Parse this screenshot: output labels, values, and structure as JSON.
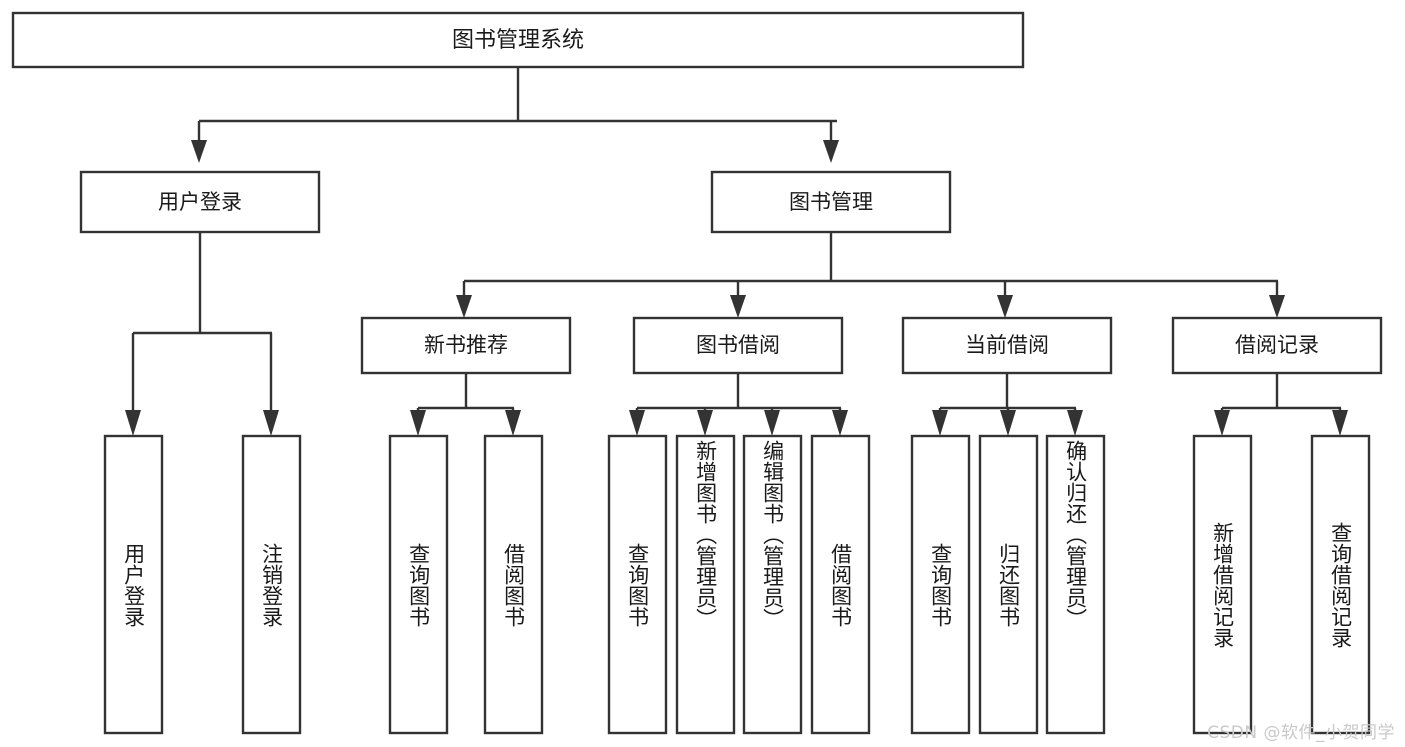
{
  "diagram": {
    "type": "tree",
    "title": "图书管理系统",
    "root": {
      "id": "root",
      "label": "图书管理系统",
      "orientation": "horizontal"
    },
    "level2": [
      {
        "id": "user-login",
        "label": "用户登录"
      },
      {
        "id": "book-manage",
        "label": "图书管理"
      }
    ],
    "level3": [
      {
        "id": "new-book-recommend",
        "label": "新书推荐",
        "parent": "book-manage"
      },
      {
        "id": "book-borrow",
        "label": "图书借阅",
        "parent": "book-manage"
      },
      {
        "id": "current-borrow",
        "label": "当前借阅",
        "parent": "book-manage"
      },
      {
        "id": "borrow-record",
        "label": "借阅记录",
        "parent": "book-manage"
      }
    ],
    "leaves": [
      {
        "id": "leaf-user-login",
        "label": "用户登录",
        "parent": "user-login"
      },
      {
        "id": "leaf-user-logout",
        "label": "注销登录",
        "parent": "user-login"
      },
      {
        "id": "leaf-query-book-1",
        "label": "查询图书",
        "parent": "new-book-recommend"
      },
      {
        "id": "leaf-borrow-book-1",
        "label": "借阅图书",
        "parent": "new-book-recommend"
      },
      {
        "id": "leaf-query-book-2",
        "label": "查询图书",
        "parent": "book-borrow"
      },
      {
        "id": "leaf-add-book",
        "label": "新增图书（管理员）",
        "parent": "book-borrow"
      },
      {
        "id": "leaf-edit-book",
        "label": "编辑图书（管理员）",
        "parent": "book-borrow"
      },
      {
        "id": "leaf-borrow-book-2",
        "label": "借阅图书",
        "parent": "book-borrow"
      },
      {
        "id": "leaf-query-book-3",
        "label": "查询图书",
        "parent": "current-borrow"
      },
      {
        "id": "leaf-return-book",
        "label": "归还图书",
        "parent": "current-borrow"
      },
      {
        "id": "leaf-confirm-return",
        "label": "确认归还（管理员）",
        "parent": "current-borrow"
      },
      {
        "id": "leaf-add-record",
        "label": "新增借阅记录",
        "parent": "borrow-record"
      },
      {
        "id": "leaf-query-record",
        "label": "查询借阅记录",
        "parent": "borrow-record"
      }
    ],
    "colors": {
      "stroke": "#333333",
      "fill": "#ffffff",
      "text": "#1a1a1a",
      "watermark": "#c9c9c9",
      "background": "#ffffff"
    }
  },
  "watermark": {
    "text": "CSDN @软件_小贺同学"
  }
}
